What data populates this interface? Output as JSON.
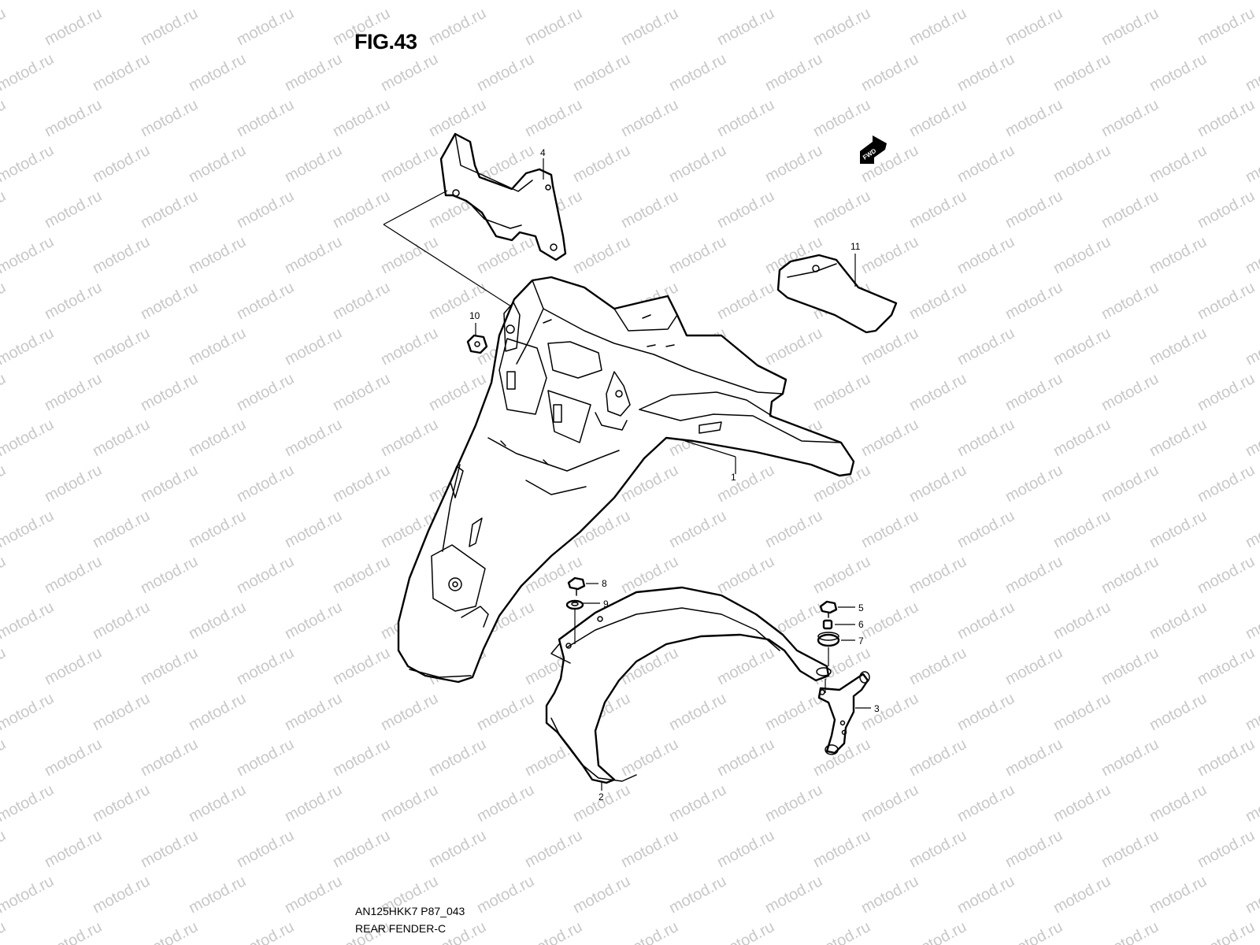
{
  "figure": {
    "title": "FIG.43",
    "code": "AN125HKK7 P87_043",
    "name": "REAR FENDER-C"
  },
  "direction_badge": "FWD",
  "watermark": "motod.ru",
  "callouts": [
    "1",
    "2",
    "3",
    "4",
    "5",
    "6",
    "7",
    "8",
    "9",
    "10",
    "11"
  ]
}
